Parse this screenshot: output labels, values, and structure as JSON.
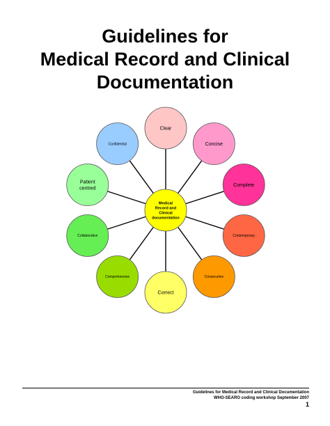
{
  "title": {
    "lines": [
      "Guidelines for",
      "Medical Record and Clinical",
      "Documentation"
    ]
  },
  "diagram": {
    "center": {
      "lines": [
        "Medical",
        "Record and",
        "Clinical",
        "documentation"
      ],
      "color": "#ffff00"
    },
    "nodes": [
      {
        "id": "clear",
        "lines": [
          "Clear"
        ],
        "color": "#ffc6c6"
      },
      {
        "id": "concise",
        "lines": [
          "Concise"
        ],
        "color": "#ff99cc"
      },
      {
        "id": "complete",
        "lines": [
          "Complete"
        ],
        "color": "#ff3399"
      },
      {
        "id": "contemporary",
        "lines": [
          "Contemporary"
        ],
        "color": "#ff6644"
      },
      {
        "id": "consecutive",
        "lines": [
          "Consecutive"
        ],
        "color": "#ff9900"
      },
      {
        "id": "correct",
        "lines": [
          "Correct"
        ],
        "color": "#ffff66"
      },
      {
        "id": "comprehensive",
        "lines": [
          "Comprehensive"
        ],
        "color": "#99dd00"
      },
      {
        "id": "collaborative",
        "lines": [
          "Collaborative"
        ],
        "color": "#66ee55"
      },
      {
        "id": "patient-centred",
        "lines": [
          "Patient",
          "centred"
        ],
        "color": "#99ff99"
      },
      {
        "id": "confidential",
        "lines": [
          "Confidential"
        ],
        "color": "#99ccff"
      }
    ]
  },
  "footer": {
    "line1": "Guidelines for Medical Record and Clinical Documentation",
    "line2": "WHO-SEARO coding workshop September 2007",
    "page_number": "1"
  }
}
